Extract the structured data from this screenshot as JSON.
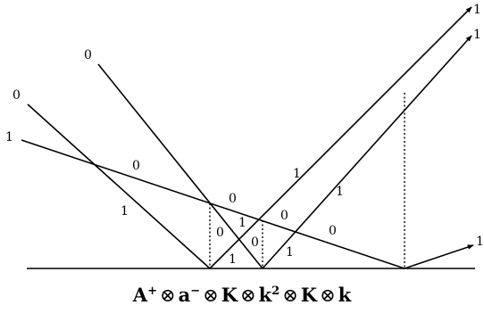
{
  "labels": {
    "left_start_a": "0",
    "left_start_b": "0",
    "left_start_c": "1",
    "mid_0_upper": "0",
    "mid_1_left": "1",
    "mid_0_center": "0",
    "mid_0_inner": "0",
    "mid_1_inner": "1",
    "mid_0_small": "0",
    "mid_0_right": "0",
    "mid_1_bottom_left": "1",
    "mid_1_bottom_right": "1",
    "right_1_a": "1",
    "right_1_b": "1",
    "right_0": "0",
    "end_top": "1",
    "end_second": "1",
    "end_right": "1"
  },
  "formula": {
    "A": "A",
    "A_sup": "+",
    "a": "a",
    "a_sup": "−",
    "K1": "K",
    "k": "k",
    "k_sup": "2",
    "K2": "K",
    "k2": "k",
    "otimes": "⊗"
  }
}
